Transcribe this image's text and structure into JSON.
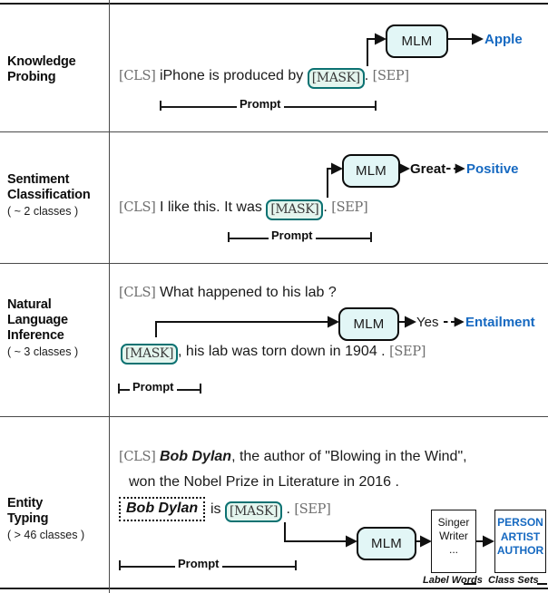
{
  "figure": {
    "title": "Prompt-based learning task formats",
    "prompt_label": "Prompt",
    "mlm_label": "MLM",
    "colors": {
      "mask_border": "#0c7272",
      "mask_fill": "#e4f5ee",
      "mlm_fill": "#e2f6f6",
      "answer_blue": "#1669c1",
      "rule": "#1a1a1a"
    }
  },
  "rows": [
    {
      "task_name_line1": "Knowledge",
      "task_name_line2": "Probing",
      "task_sub": "",
      "sentence": {
        "cls": "[CLS]",
        "before": "iPhone is produced by",
        "mask": "[MASK]",
        "after": ".",
        "sep": "[SEP]"
      },
      "mlm": "MLM",
      "answer_word": "Apple",
      "answer_word_style": "blue",
      "verbalized": "",
      "prompt_label": "Prompt"
    },
    {
      "task_name_line1": "Sentiment",
      "task_name_line2": "Classification",
      "task_sub": "( ~ 2 classes )",
      "sentence": {
        "cls": "[CLS]",
        "before": "I like this. It was",
        "mask": "[MASK]",
        "after": ".",
        "sep": "[SEP]"
      },
      "mlm": "MLM",
      "answer_word": "Great",
      "answer_word_style": "black-bold",
      "verbalized": "Positive",
      "prompt_label": "Prompt"
    },
    {
      "task_name_line1": "Natural",
      "task_name_line2": "Language",
      "task_name_line3": "Inference",
      "task_sub": "( ~ 3 classes )",
      "sentence_line1": {
        "cls": "[CLS]",
        "text": "What happened to his lab ?"
      },
      "sentence_line2": {
        "mask": "[MASK]",
        "after": ", his lab was torn down in 1904 .",
        "sep": "[SEP]"
      },
      "mlm": "MLM",
      "answer_word": "Yes",
      "answer_word_style": "plain",
      "verbalized": "Entailment",
      "prompt_label": "Prompt"
    },
    {
      "task_name_line1": "Entity",
      "task_name_line2": "Typing",
      "task_sub": "( > 46 classes )",
      "sentence_line1": {
        "cls": "[CLS]",
        "entity": "Bob Dylan",
        "text": ", the author of \"Blowing in the Wind\","
      },
      "sentence_line2": {
        "text": "won the Nobel Prize in Literature in 2016 ."
      },
      "sentence_line3": {
        "entity": "Bob Dylan",
        "is": "is",
        "mask": "[MASK]",
        "after": ".",
        "sep": "[SEP]"
      },
      "mlm": "MLM",
      "label_words": [
        "Singer",
        "Writer",
        "..."
      ],
      "label_words_caption": "Label Words",
      "class_sets": [
        "PERSON",
        "ARTIST",
        "AUTHOR"
      ],
      "class_sets_caption": "Class Sets",
      "prompt_label": "Prompt"
    }
  ]
}
